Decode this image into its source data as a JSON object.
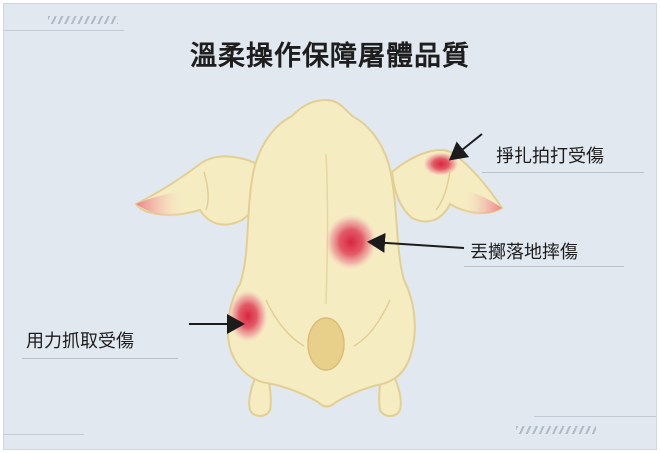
{
  "title": "溫柔操作保障屠體品質",
  "labels": {
    "wing": "掙扎拍打受傷",
    "back": "丟擲落地摔傷",
    "thigh": "用力抓取受傷"
  },
  "colors": {
    "background": "#e1e8ef",
    "carcass": "#f6ecc2",
    "outline": "#e2cf92",
    "bruise": "#d8253f",
    "wingtip": "#ef8c92"
  }
}
